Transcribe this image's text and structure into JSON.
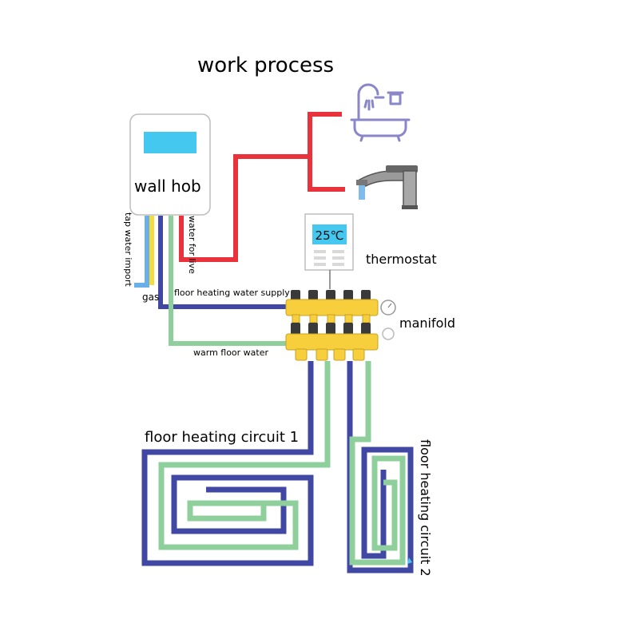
{
  "title": "work process",
  "boiler": {
    "label": "wall hob"
  },
  "thermostat": {
    "display": "25℃",
    "label": "thermostat"
  },
  "manifold": {
    "label": "manifold"
  },
  "pipes": {
    "tap_water_import": "tap water import",
    "water_for_live": "water for live",
    "gas": "gas",
    "floor_heating_water_supply": "floor heating water supply",
    "warm_floor_water": "warm floor water"
  },
  "circuits": {
    "circuit_1": "floor heating circuit 1",
    "circuit_2": "floor heating circuit 2"
  },
  "colors": {
    "hot": "#e8323c",
    "supply": "#4048a4",
    "return": "#8fcf9c",
    "gas": "#f5dc3c",
    "cold": "#6ab0e8",
    "brass": "#f7cf3c",
    "icon": "#8a86c8",
    "screen": "#45c8f0"
  }
}
